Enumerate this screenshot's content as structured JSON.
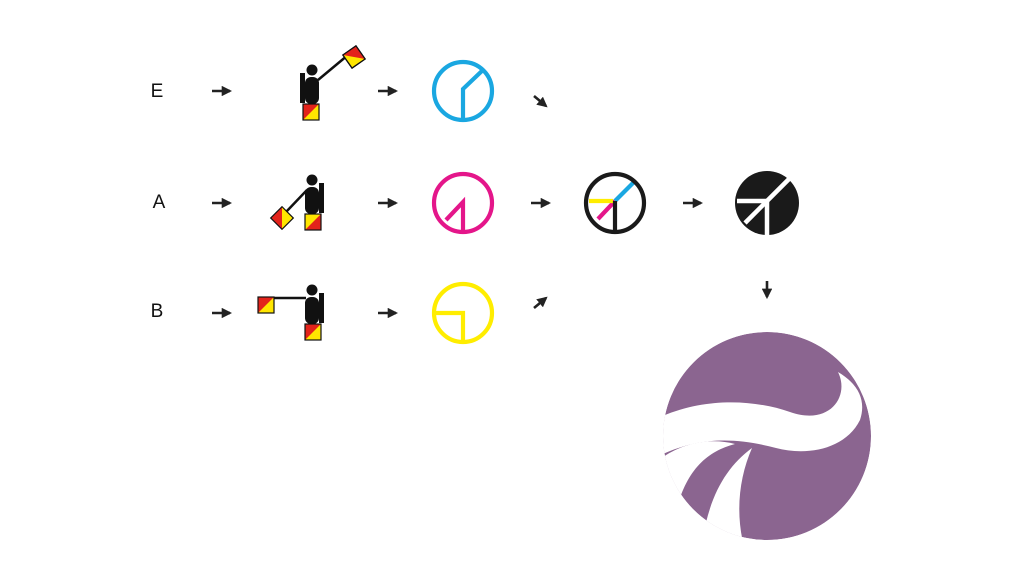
{
  "rows": [
    {
      "letter": "E",
      "semaphore_signal": "E",
      "circle_color": "#1aa7e1"
    },
    {
      "letter": "A",
      "semaphore_signal": "A",
      "circle_color": "#e4168a"
    },
    {
      "letter": "B",
      "semaphore_signal": "B",
      "circle_color": "#ffed00"
    }
  ],
  "colors": {
    "arrow": "#222222",
    "figure": "#111111",
    "flag_red": "#e3231b",
    "flag_yellow": "#ffe600",
    "cyan": "#1aa7e1",
    "magenta": "#e4168a",
    "yellow": "#ffed00",
    "black": "#1a1a1a",
    "final_logo": "#8b6590"
  },
  "icons": [
    "semaphore-figure-icon",
    "arrow-icon",
    "circle-glyph-icon",
    "combined-glyph-icon",
    "solid-glyph-icon",
    "final-logo-icon"
  ]
}
